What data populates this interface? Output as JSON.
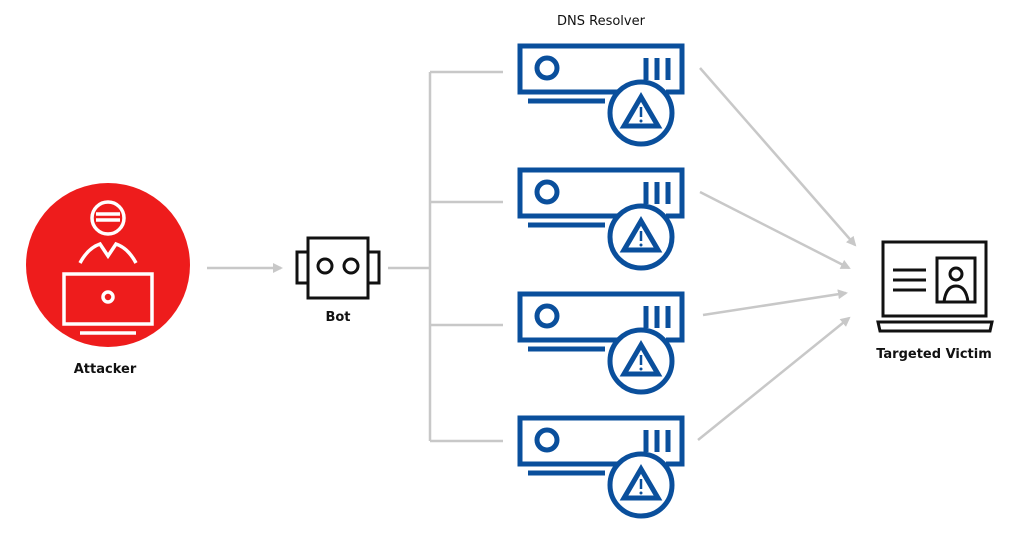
{
  "labels": {
    "resolver": "DNS Resolver",
    "attacker": "Attacker",
    "bot": "Bot",
    "victim": "Targeted Victim"
  },
  "colors": {
    "attacker": "#ee1c1c",
    "resolver": "#0a4f9c",
    "connector": "#c8c8c8",
    "outline": "#111111"
  },
  "icons": {
    "attacker": "hacker-at-laptop-icon",
    "bot": "robot-icon",
    "resolver": "server-warning-icon",
    "victim": "laptop-profile-icon"
  }
}
